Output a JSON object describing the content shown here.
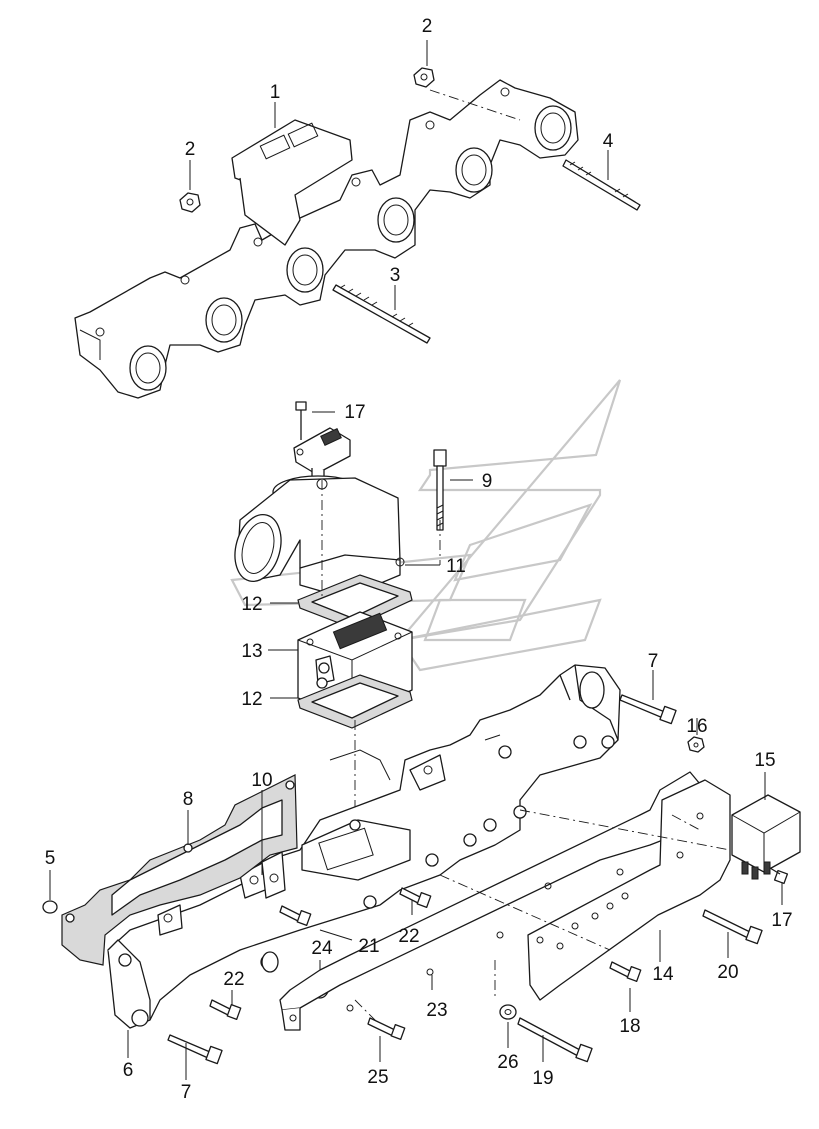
{
  "callouts": [
    {
      "id": "1",
      "text": "1"
    },
    {
      "id": "2a",
      "text": "2"
    },
    {
      "id": "2b",
      "text": "2"
    },
    {
      "id": "3",
      "text": "3"
    },
    {
      "id": "4",
      "text": "4"
    },
    {
      "id": "5",
      "text": "5"
    },
    {
      "id": "6",
      "text": "6"
    },
    {
      "id": "7a",
      "text": "7"
    },
    {
      "id": "7b",
      "text": "7"
    },
    {
      "id": "8",
      "text": "8"
    },
    {
      "id": "9",
      "text": "9"
    },
    {
      "id": "10",
      "text": "10"
    },
    {
      "id": "11",
      "text": "11"
    },
    {
      "id": "12a",
      "text": "12"
    },
    {
      "id": "12b",
      "text": "12"
    },
    {
      "id": "13",
      "text": "13"
    },
    {
      "id": "14",
      "text": "14"
    },
    {
      "id": "15",
      "text": "15"
    },
    {
      "id": "16",
      "text": "16"
    },
    {
      "id": "17a",
      "text": "17"
    },
    {
      "id": "17b",
      "text": "17"
    },
    {
      "id": "18",
      "text": "18"
    },
    {
      "id": "19",
      "text": "19"
    },
    {
      "id": "20",
      "text": "20"
    },
    {
      "id": "21",
      "text": "21"
    },
    {
      "id": "22a",
      "text": "22"
    },
    {
      "id": "22b",
      "text": "22"
    },
    {
      "id": "23",
      "text": "23"
    },
    {
      "id": "24",
      "text": "24"
    },
    {
      "id": "25",
      "text": "25"
    },
    {
      "id": "26",
      "text": "26"
    }
  ]
}
